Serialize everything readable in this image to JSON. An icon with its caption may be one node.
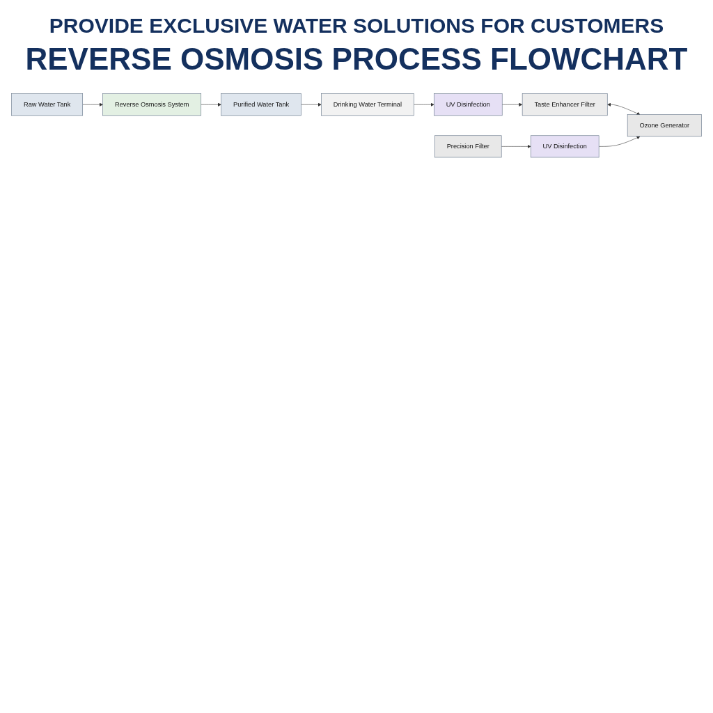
{
  "diagram": {
    "title": "REVERSE OSMOSIS PROCESS FLOWCHART",
    "nodes": [
      {
        "text": [
          "Raw Water Tank"
        ]
      },
      {
        "text": [
          "Reverse Osmosis System"
        ]
      },
      {
        "text": [
          "Purified Water Tank"
        ]
      },
      {
        "text": [
          "Drinking Water Terminal"
        ]
      },
      {
        "text": [
          "UV Disinfection"
        ]
      },
      {
        "text": [
          "Taste Enhancer Filter"
        ]
      },
      {
        "text": [
          "Ozone Generator"
        ]
      },
      {
        "text": [
          "UV Disinfection"
        ]
      },
      {
        "text": [
          "Precision Filter"
        ]
      }
    ],
    "edges": [
      {
        "from": 0,
        "to": 1,
        "arrow": "to"
      },
      {
        "from": 1,
        "to": 2,
        "arrow": "to"
      },
      {
        "from": 2,
        "to": 3,
        "arrow": "to"
      },
      {
        "from": 3,
        "to": 4,
        "arrow": "to"
      },
      {
        "from": 4,
        "to": 5,
        "arrow": "to"
      },
      {
        "from": 5,
        "to": 6,
        "arrow": "both"
      },
      {
        "from": 8,
        "to": 7,
        "arrow": "to"
      },
      {
        "from": 7,
        "to": 6,
        "arrow": "to"
      }
    ],
    "labels": [
      "PROVIDE EXCLUSIVE WATER SOLUTIONS FOR CUSTOMERS"
    ]
  }
}
